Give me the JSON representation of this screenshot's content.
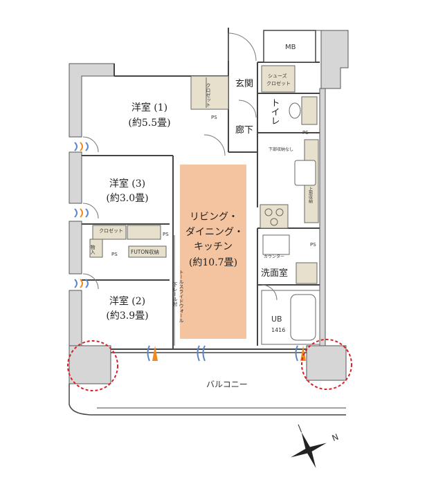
{
  "rooms": {
    "western1_name": "洋室 (1)",
    "western1_size": "(約5.5畳)",
    "western3_name": "洋室 (3)",
    "western3_size": "(約3.0畳)",
    "western2_name": "洋室 (2)",
    "western2_size": "(約3.9畳)",
    "ldk_line1": "リビング・",
    "ldk_line2": "ダイニング・",
    "ldk_line3": "キッチン",
    "ldk_size": "(約10.7畳)",
    "entrance": "玄関",
    "corridor": "廊下",
    "toilet": "トイレ",
    "washroom": "洗面室",
    "bath": "UB",
    "bath_size": "1416",
    "balcony": "バルコニー"
  },
  "fixtures": {
    "closet": "クロゼット",
    "shoe_closet_1": "シューズ",
    "shoe_closet_2": "クロゼット",
    "mb": "MB",
    "ps": "PS",
    "storage": "物入",
    "futon": "FUTON収納",
    "counter": "カウンター",
    "under_storage": "下部収納なし",
    "upper_storage": "上部収納",
    "wall_label": "トールスライドウォール",
    "wall_label2": "下レール付"
  },
  "compass": {
    "north": "N"
  },
  "colors": {
    "ldk_fill": "#f4c39f",
    "wall_fill": "#d6d6d6",
    "fixture_fill": "#e6e0cc",
    "line": "#444444",
    "highlight_circle": "#d8202a",
    "airflow_blue": "#5b86c8",
    "airflow_orange": "#f08a1c"
  }
}
